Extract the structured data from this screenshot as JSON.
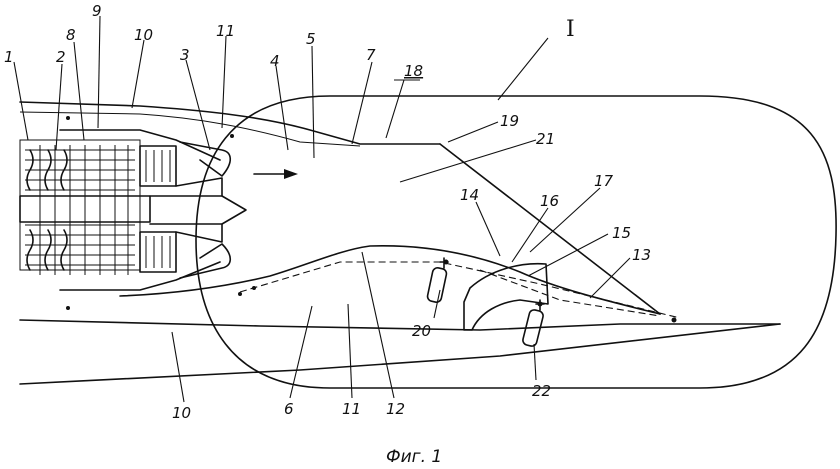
{
  "figure": {
    "caption": "Фиг. 1",
    "detail_mark": "I",
    "refs": {
      "r1": "1",
      "r2": "2",
      "r3": "3",
      "r4": "4",
      "r5": "5",
      "r6": "6",
      "r7": "7",
      "r8": "8",
      "r9": "9",
      "r10a": "10",
      "r10b": "10",
      "r11a": "11",
      "r11b": "11",
      "r12": "12",
      "r13": "13",
      "r14": "14",
      "r15": "15",
      "r16": "16",
      "r17": "17",
      "r18": "18",
      "r19": "19",
      "r20": "20",
      "r21": "21",
      "r22": "22"
    }
  }
}
